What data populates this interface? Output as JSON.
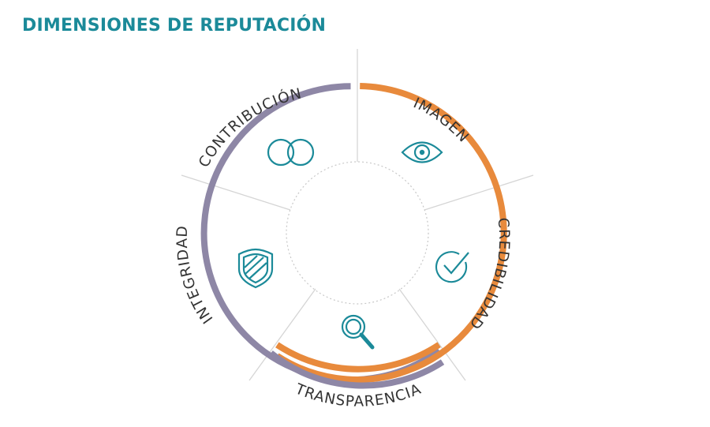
{
  "title": "DIMENSIONES DE REPUTACIÓN",
  "colors": {
    "title": "#1b8a99",
    "orange": "#e88a3c",
    "purple": "#8e87a6",
    "icon": "#1b8a99",
    "divider": "#d5d5d5",
    "label": "#333333"
  },
  "segments": [
    {
      "id": "imagen",
      "label": "IMAGEN",
      "icon": "eye-icon",
      "ring": "orange"
    },
    {
      "id": "credibilidad",
      "label": "CREDIBILIDAD",
      "icon": "check-circle-icon",
      "ring": "orange"
    },
    {
      "id": "transparencia",
      "label": "TRANSPARENCIA",
      "icon": "magnifier-icon",
      "ring": "orange-and-purple"
    },
    {
      "id": "integridad",
      "label": "INTEGRIDAD",
      "icon": "shield-icon",
      "ring": "purple"
    },
    {
      "id": "contribucion",
      "label": "CONTRIBUCIÓN",
      "icon": "overlapping-circles-icon",
      "ring": "purple"
    }
  ]
}
